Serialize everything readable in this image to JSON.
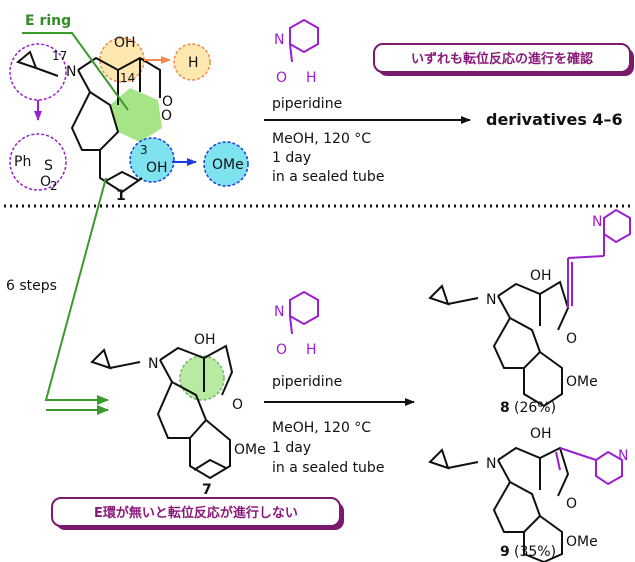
{
  "top": {
    "compound_label": "1",
    "e_ring_label": "E ring",
    "atoms": {
      "N": "N",
      "OH": "OH",
      "n17": "17",
      "n14": "14",
      "n3": "3",
      "O_ring": "O",
      "O_keto": "O",
      "phenol_OH": "OH",
      "ph": "Ph",
      "S": "S",
      "O2": "O",
      "O2_sub": "2",
      "H_sub": "H",
      "OMe": "OMe"
    },
    "reagent_atoms": {
      "N": "N",
      "O": "O",
      "H": "H"
    },
    "conditions": [
      "piperidine",
      "MeOH, 120 °C",
      "1 day",
      "in a sealed tube"
    ],
    "product": "derivatives 4–6",
    "callout": "いずれも転位反応の進行を確認"
  },
  "bottom": {
    "steps_label": "6 steps",
    "compound_label": "7",
    "atoms": {
      "N": "N",
      "OH": "OH",
      "O": "O",
      "OMe": "OMe"
    },
    "reagent_atoms": {
      "N": "N",
      "O": "O",
      "H": "H"
    },
    "conditions": [
      "piperidine",
      "MeOH, 120 °C",
      "1 day",
      "in a sealed tube"
    ],
    "callout": "E環が無いと転位反応が進行しない",
    "product8": {
      "number": "8",
      "yield": "(26%)",
      "atoms": {
        "N": "N",
        "OH": "OH",
        "O": "O",
        "OMe": "OMe",
        "pyN": "N"
      }
    },
    "product9": {
      "number": "9",
      "yield": "(35%)",
      "atoms": {
        "N": "N",
        "OH": "OH",
        "O": "O",
        "OMe": "OMe",
        "pyN": "N"
      }
    }
  },
  "colors": {
    "green_line": "#3a9a2a",
    "highlight_green": "#9be27a",
    "highlight_yellow": "#ffe8b0",
    "highlight_cyan": "#7fe3ef",
    "orange_arrow": "#f08a4b",
    "blue_arrow": "#1b3ee0",
    "purple": "#9a1fd0",
    "callout_border": "#7a1a6e"
  }
}
